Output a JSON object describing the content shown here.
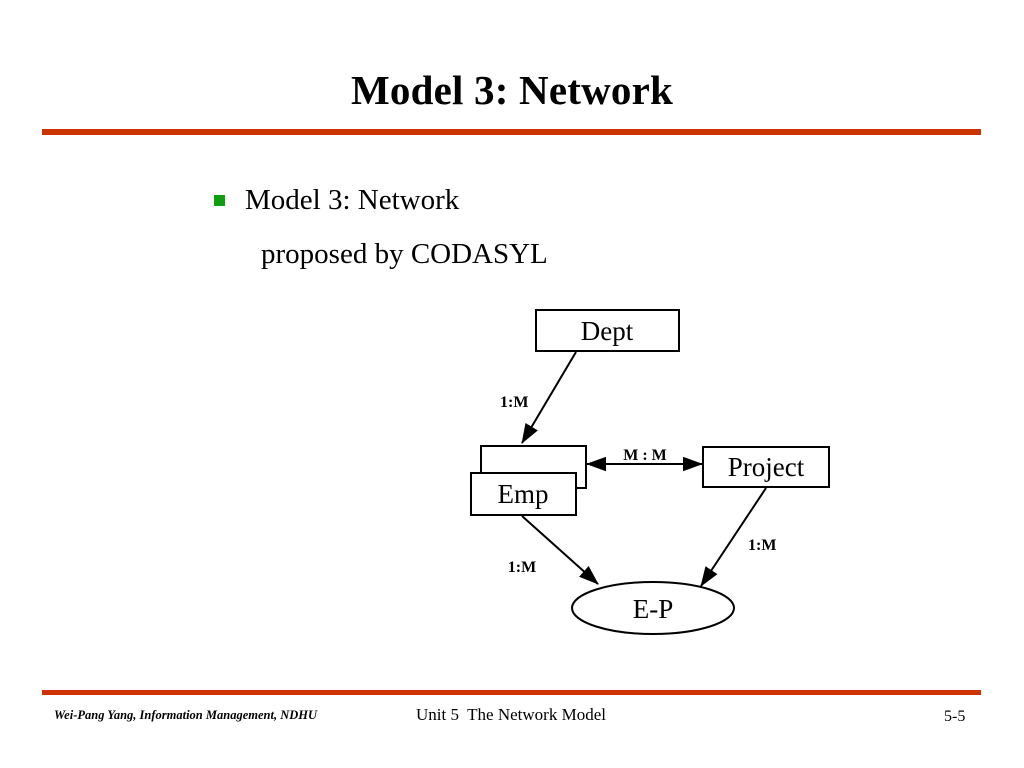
{
  "slide": {
    "title": "Model 3: Network",
    "accent_color": "#cc3300",
    "bullet_color": "#0e9e0e",
    "body": {
      "bullet_label": "Model 3: Network",
      "sub_label": "proposed by CODASYL"
    }
  },
  "diagram": {
    "type": "network-data-model",
    "nodes": [
      {
        "id": "dept",
        "label": "Dept",
        "shape": "rectangle"
      },
      {
        "id": "emp",
        "label": "Emp",
        "shape": "stacked-rectangle"
      },
      {
        "id": "project",
        "label": "Project",
        "shape": "rectangle"
      },
      {
        "id": "ep",
        "label": "E-P",
        "shape": "ellipse"
      }
    ],
    "edges": [
      {
        "from": "dept",
        "to": "emp",
        "label": "1:M",
        "arrow": "single"
      },
      {
        "from": "emp",
        "to": "project",
        "label": "M : M",
        "arrow": "double"
      },
      {
        "from": "emp",
        "to": "ep",
        "label": "1:M",
        "arrow": "single"
      },
      {
        "from": "project",
        "to": "ep",
        "label": "1:M",
        "arrow": "single"
      }
    ],
    "labels": {
      "dept_emp": "1:M",
      "emp_project": "M : M",
      "emp_ep": "1:M",
      "project_ep": "1:M"
    }
  },
  "footer": {
    "author": "Wei-Pang Yang, Information Management, NDHU",
    "unit": "Unit 5  The Network Model",
    "page_number": "5-5"
  }
}
